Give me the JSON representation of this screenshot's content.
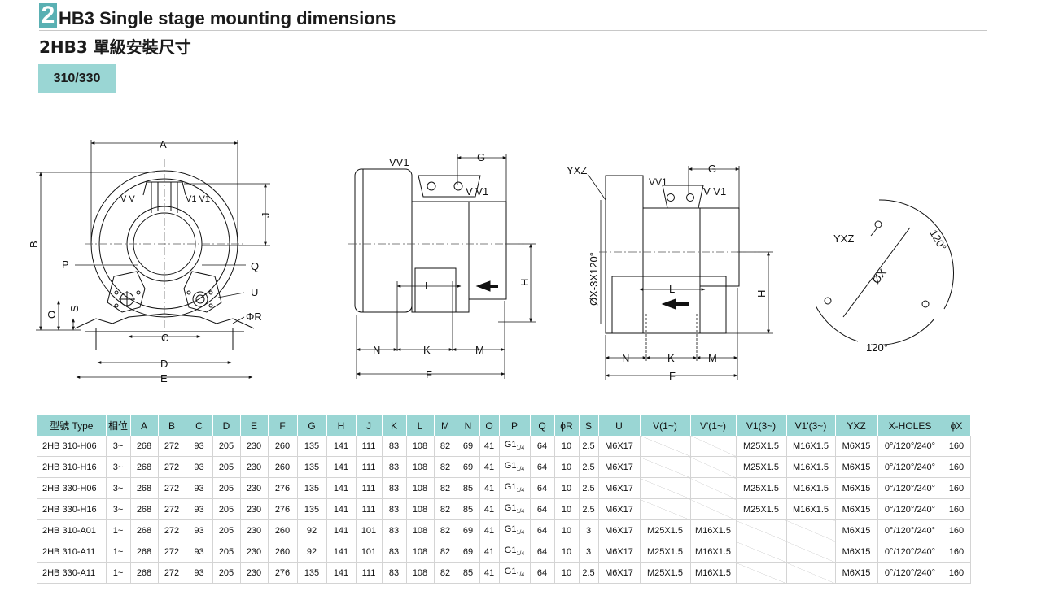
{
  "header": {
    "number": "2",
    "title_en": "HB3 Single stage mounting dimensions",
    "title_zh": "2HB3 單級安裝尺寸",
    "model_tag": "310/330"
  },
  "drawing_labels": {
    "front": {
      "A": "A",
      "B": "B",
      "C": "C",
      "D": "D",
      "E": "E",
      "J": "J",
      "O": "O",
      "S": "S",
      "P": "P",
      "Q": "Q",
      "U": "U",
      "R": "ΦR",
      "vv": "V V",
      "v1": "V1 V1"
    },
    "side1": {
      "vv1": "VV1",
      "vpv1": "V V1",
      "G": "G",
      "H": "H",
      "L": "L",
      "N": "N",
      "K": "K",
      "M": "M",
      "F": "F"
    },
    "side2": {
      "yxz": "YXZ",
      "vv1": "VV1",
      "vpv1": "V V1",
      "G": "G",
      "H": "H",
      "L": "L",
      "N": "N",
      "K": "K",
      "M": "M",
      "F": "F",
      "dia": "ØX-3X120°"
    },
    "flange": {
      "yxz": "YXZ",
      "dia": "ØX",
      "angle1": "120°",
      "angle2": "120°"
    }
  },
  "table": {
    "headers": [
      "型號 Type",
      "相位",
      "A",
      "B",
      "C",
      "D",
      "E",
      "F",
      "G",
      "H",
      "J",
      "K",
      "L",
      "M",
      "N",
      "O",
      "P",
      "Q",
      "ϕR",
      "S",
      "U",
      "V(1~)",
      "V'(1~)",
      "V1(3~)",
      "V1'(3~)",
      "YXZ",
      "X-HOLES",
      "ϕX"
    ],
    "rows": [
      [
        "2HB 310-H06",
        "3~",
        "268",
        "272",
        "93",
        "205",
        "230",
        "260",
        "135",
        "141",
        "111",
        "83",
        "108",
        "82",
        "69",
        "41",
        "G1",
        "64",
        "10",
        "2.5",
        "M6X17",
        "",
        "",
        "M25X1.5",
        "M16X1.5",
        "M6X15",
        "0°/120°/240°",
        "160"
      ],
      [
        "2HB 310-H16",
        "3~",
        "268",
        "272",
        "93",
        "205",
        "230",
        "260",
        "135",
        "141",
        "111",
        "83",
        "108",
        "82",
        "69",
        "41",
        "G1",
        "64",
        "10",
        "2.5",
        "M6X17",
        "",
        "",
        "M25X1.5",
        "M16X1.5",
        "M6X15",
        "0°/120°/240°",
        "160"
      ],
      [
        "2HB 330-H06",
        "3~",
        "268",
        "272",
        "93",
        "205",
        "230",
        "276",
        "135",
        "141",
        "111",
        "83",
        "108",
        "82",
        "85",
        "41",
        "G1",
        "64",
        "10",
        "2.5",
        "M6X17",
        "",
        "",
        "M25X1.5",
        "M16X1.5",
        "M6X15",
        "0°/120°/240°",
        "160"
      ],
      [
        "2HB 330-H16",
        "3~",
        "268",
        "272",
        "93",
        "205",
        "230",
        "276",
        "135",
        "141",
        "111",
        "83",
        "108",
        "82",
        "85",
        "41",
        "G1",
        "64",
        "10",
        "2.5",
        "M6X17",
        "",
        "",
        "M25X1.5",
        "M16X1.5",
        "M6X15",
        "0°/120°/240°",
        "160"
      ],
      [
        "2HB 310-A01",
        "1~",
        "268",
        "272",
        "93",
        "205",
        "230",
        "260",
        "92",
        "141",
        "101",
        "83",
        "108",
        "82",
        "69",
        "41",
        "G1",
        "64",
        "10",
        "3",
        "M6X17",
        "M25X1.5",
        "M16X1.5",
        "",
        "",
        "M6X15",
        "0°/120°/240°",
        "160"
      ],
      [
        "2HB 310-A11",
        "1~",
        "268",
        "272",
        "93",
        "205",
        "230",
        "260",
        "92",
        "141",
        "101",
        "83",
        "108",
        "82",
        "69",
        "41",
        "G1",
        "64",
        "10",
        "3",
        "M6X17",
        "M25X1.5",
        "M16X1.5",
        "",
        "",
        "M6X15",
        "0°/120°/240°",
        "160"
      ],
      [
        "2HB 330-A11",
        "1~",
        "268",
        "272",
        "93",
        "205",
        "230",
        "276",
        "135",
        "141",
        "111",
        "83",
        "108",
        "82",
        "85",
        "41",
        "G1",
        "64",
        "10",
        "2.5",
        "M6X17",
        "M25X1.5",
        "M16X1.5",
        "",
        "",
        "M6X15",
        "0°/120°/240°",
        "160"
      ]
    ],
    "thread_sub": "1/4",
    "empty_mark": ""
  }
}
